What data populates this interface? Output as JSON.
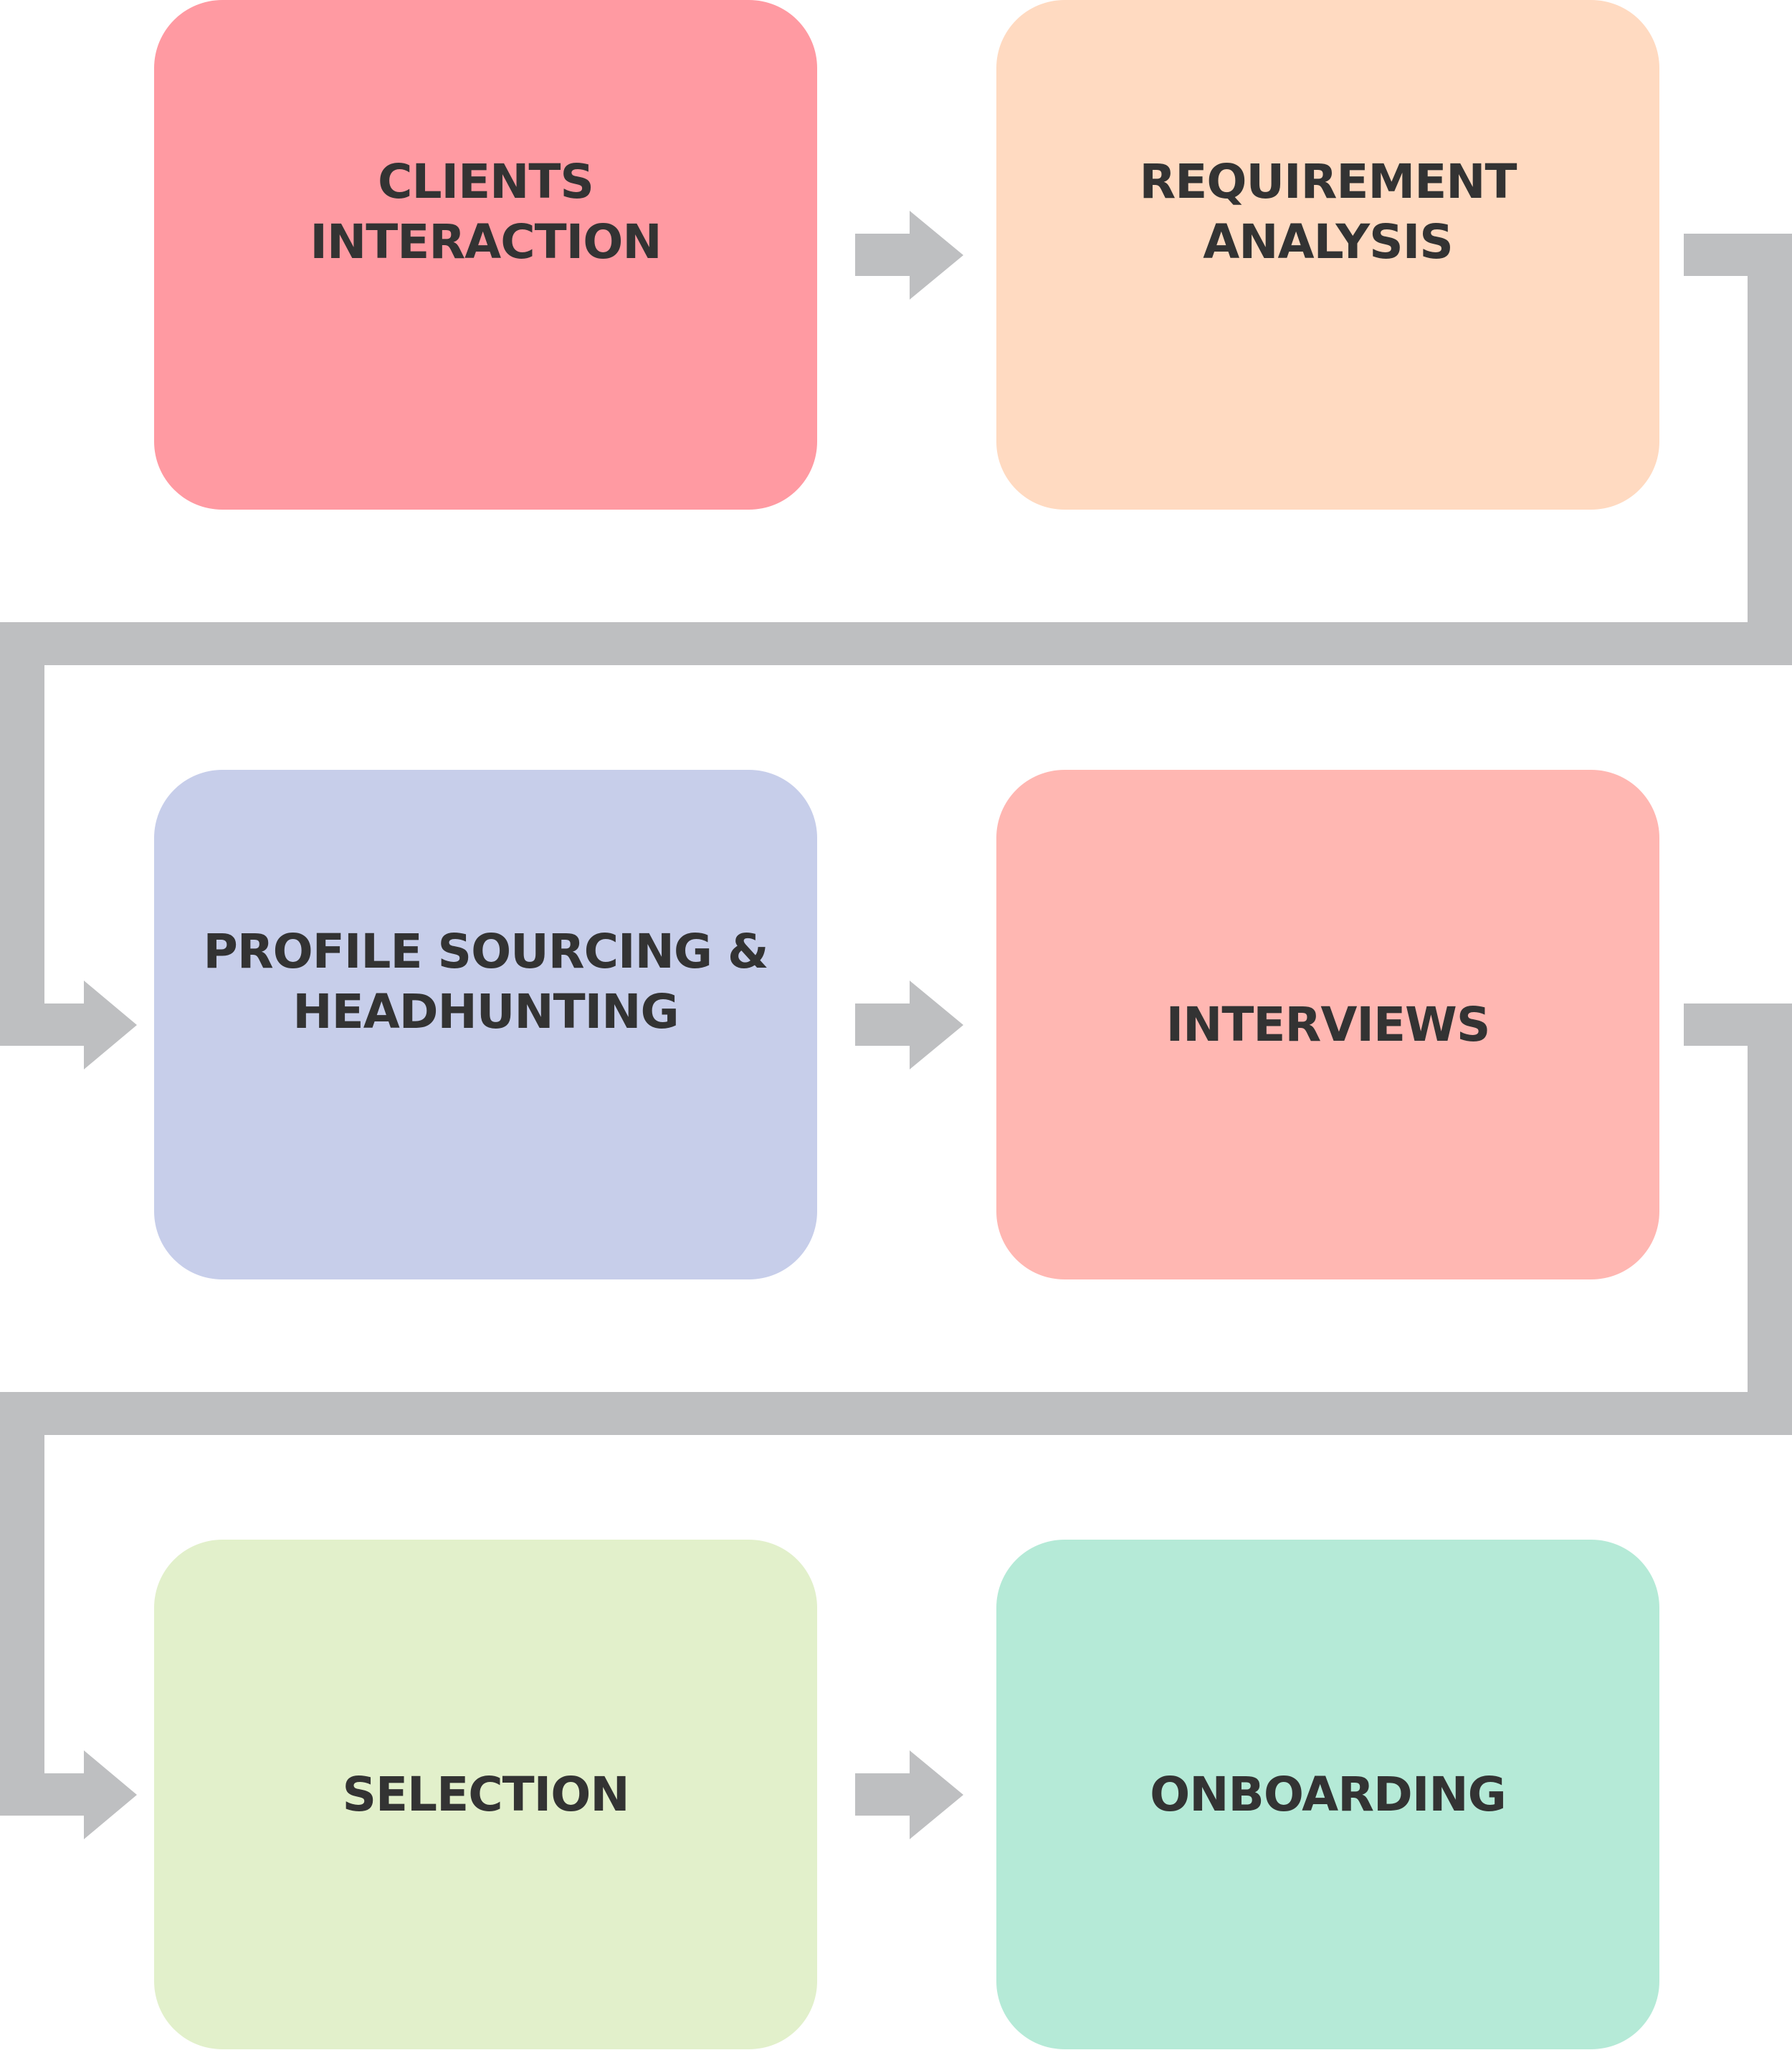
{
  "steps": [
    {
      "label": "CLIENTS\nINTERACTION",
      "color": "#FF9AA2"
    },
    {
      "label": "REQUIREMENT\nANALYSIS",
      "color": "#FFDAC1"
    },
    {
      "label": "PROFILE SOURCING &\nHEADHUNTING",
      "color": "#C7CEEA"
    },
    {
      "label": "INTERVIEWS",
      "color": "#FFB7B2"
    },
    {
      "label": "SELECTION",
      "color": "#E2F0CB"
    },
    {
      "label": "ONBOARDING",
      "color": "#B5EAD7"
    }
  ],
  "connector_color": "#BEBFC1",
  "text_color": "#333333"
}
